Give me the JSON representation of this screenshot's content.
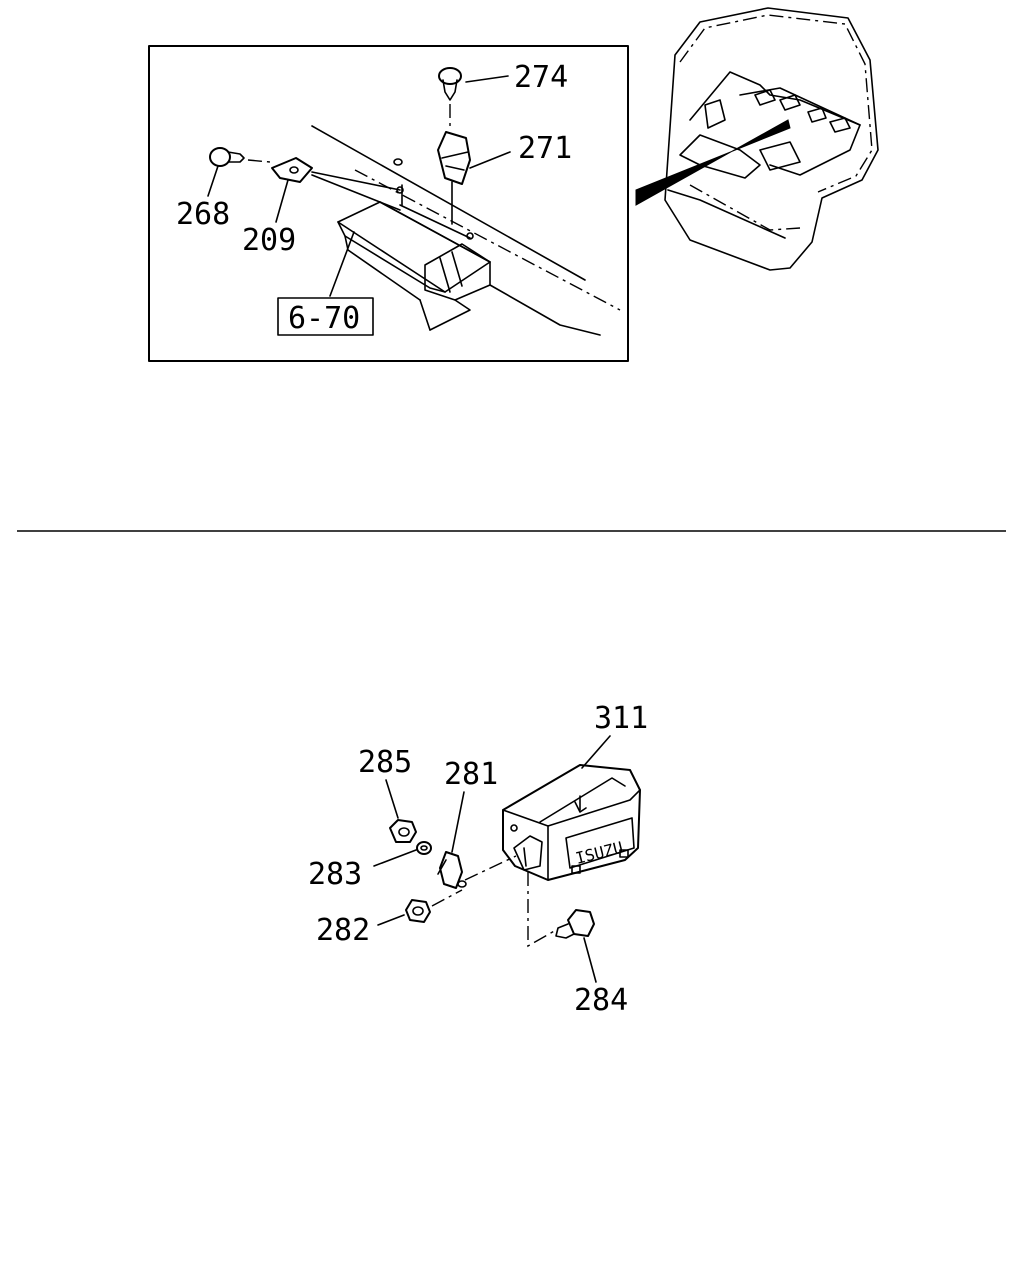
{
  "upper_view": {
    "callouts": {
      "p274": "274",
      "p271": "271",
      "p268": "268",
      "p209": "209",
      "ref_box": "6-70"
    }
  },
  "lower_view": {
    "callouts": {
      "p311": "311",
      "p285": "285",
      "p281": "281",
      "p283": "283",
      "p282": "282",
      "p284": "284"
    },
    "housing_logo": "ISUZU"
  },
  "colors": {
    "ink": "#000000",
    "paper": "#ffffff"
  }
}
